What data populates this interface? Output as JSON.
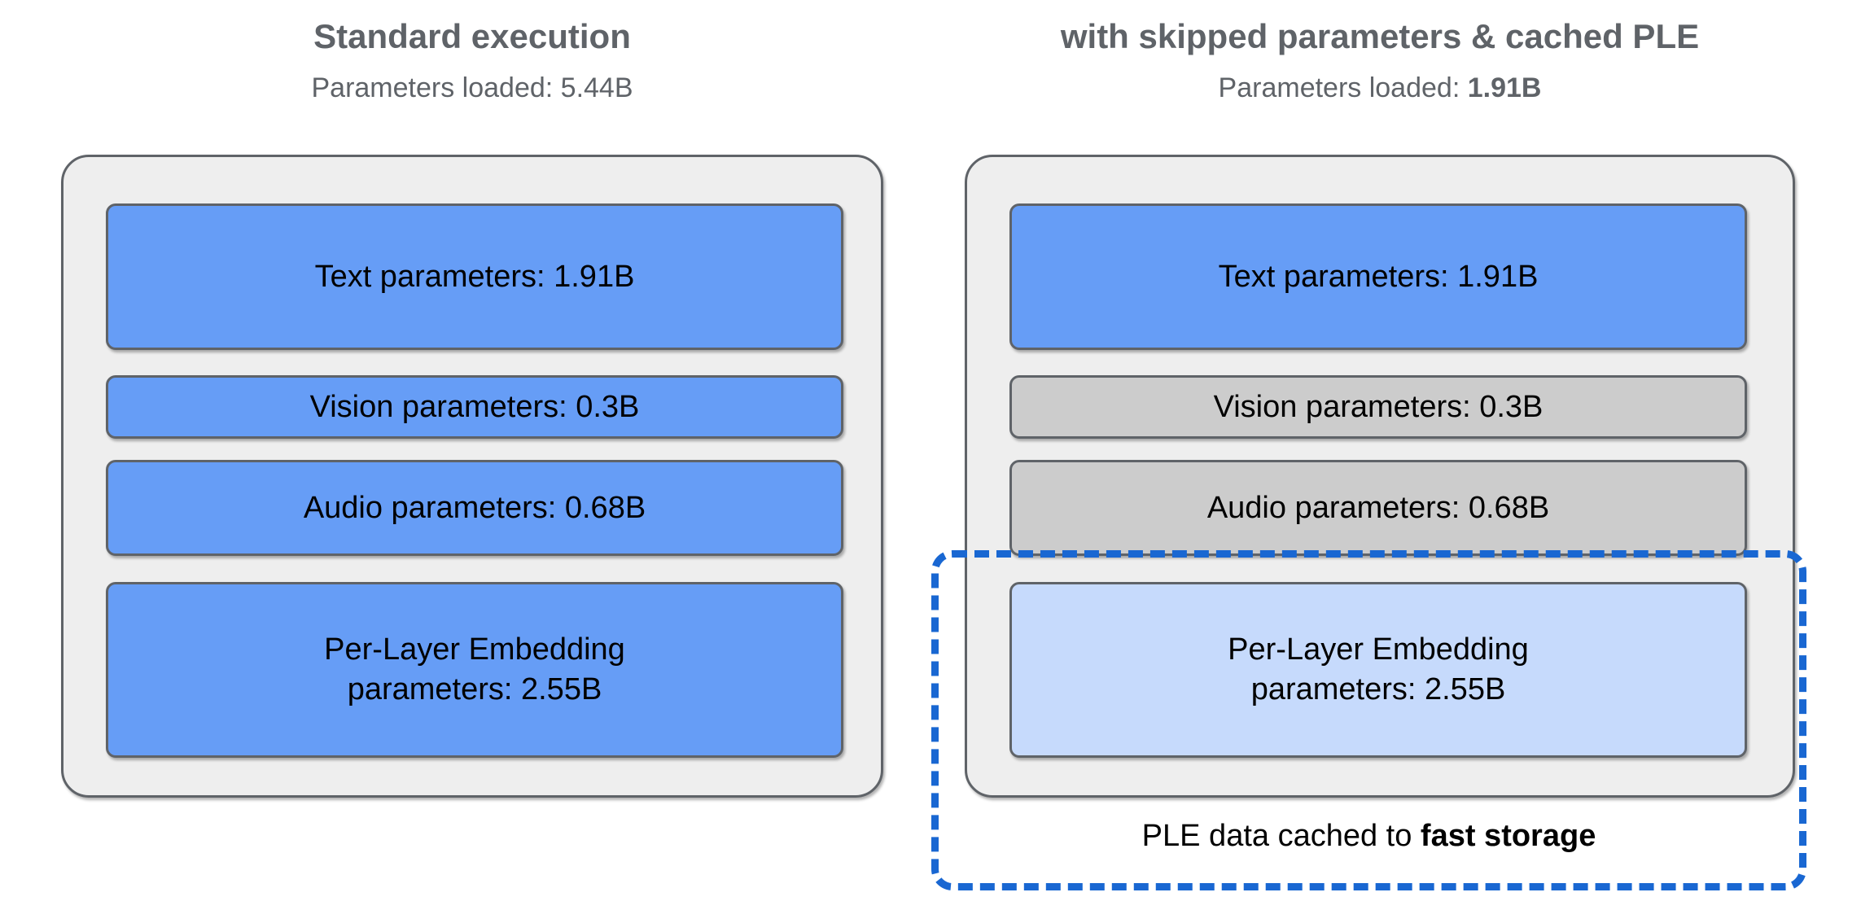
{
  "columns": [
    {
      "id": "standard",
      "title": "Standard execution",
      "subtitle_prefix": "Parameters loaded: ",
      "subtitle_value": "5.44B",
      "subtitle_value_bold": false,
      "boxes": [
        {
          "label": "Text parameters: 1.91B",
          "state": "active",
          "color": "#669df6"
        },
        {
          "label": "Vision parameters: 0.3B",
          "state": "active",
          "color": "#669df6"
        },
        {
          "label": "Audio parameters: 0.68B",
          "state": "active",
          "color": "#669df6"
        },
        {
          "label": "Per-Layer Embedding\nparameters: 2.55B",
          "state": "active",
          "color": "#669df6"
        }
      ]
    },
    {
      "id": "optimized",
      "title": "with skipped parameters & cached PLE",
      "subtitle_prefix": "Parameters loaded: ",
      "subtitle_value": "1.91B",
      "subtitle_value_bold": true,
      "boxes": [
        {
          "label": "Text parameters: 1.91B",
          "state": "active",
          "color": "#669df6"
        },
        {
          "label": "Vision parameters: 0.3B",
          "state": "skipped",
          "color": "#cccccc"
        },
        {
          "label": "Audio parameters: 0.68B",
          "state": "skipped",
          "color": "#cccccc"
        },
        {
          "label": "Per-Layer Embedding\nparameters: 2.55B",
          "state": "cached",
          "color": "#c6dafc"
        }
      ]
    }
  ],
  "cache_region": {
    "caption_prefix": "PLE data cached to ",
    "caption_emphasis": "fast storage",
    "border_color": "#1967d2",
    "style": "dashed"
  },
  "theme": {
    "panel_background": "#eeeeee",
    "panel_border": "#5f6368",
    "title_color": "#5f6368",
    "text_color": "#000000",
    "page_background": "#ffffff",
    "accent_blue": "#669df6",
    "accent_light_blue": "#c6dafc",
    "accent_grey": "#cccccc",
    "accent_dashed_blue": "#1967d2"
  },
  "labels": {
    "left_box_text": "Text parameters: 1.91B",
    "left_box_vision": "Vision parameters: 0.3B",
    "left_box_audio": "Audio parameters: 0.68B",
    "left_box_ple_line1": "Per-Layer Embedding",
    "left_box_ple_line2": "parameters: 2.55B",
    "right_box_text": "Text parameters: 1.91B",
    "right_box_vision": "Vision parameters: 0.3B",
    "right_box_audio": "Audio parameters: 0.68B",
    "right_box_ple_line1": "Per-Layer Embedding",
    "right_box_ple_line2": "parameters: 2.55B"
  }
}
